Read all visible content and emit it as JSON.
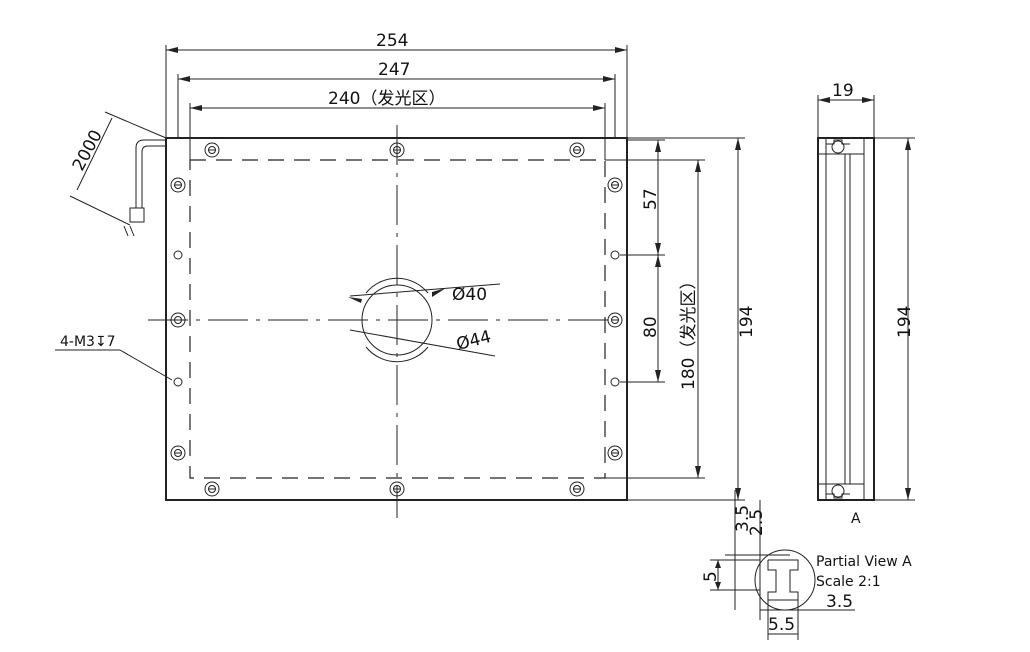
{
  "front_view": {
    "dim_overall_width": "254",
    "dim_mount_width": "247",
    "dim_emit_width": "240（发光区）",
    "dim_overall_height": "194",
    "dim_emit_height": "180（发光区）",
    "dim_top_to_hole": "57",
    "dim_hole_spacing": "80",
    "dim_cable_length": "2000",
    "dim_inner_dia": "Ø40",
    "dim_outer_dia": "Ø44",
    "thread_note": "4-M3↧7"
  },
  "side_view": {
    "dim_thickness": "19",
    "dim_height": "194",
    "view_marker": "A"
  },
  "detail_view": {
    "title": "Partial View A",
    "scale": "Scale 2:1",
    "dim_a": "3.5",
    "dim_b": "2.5",
    "dim_c": "5",
    "dim_d": "3.5",
    "dim_e": "5.5"
  }
}
